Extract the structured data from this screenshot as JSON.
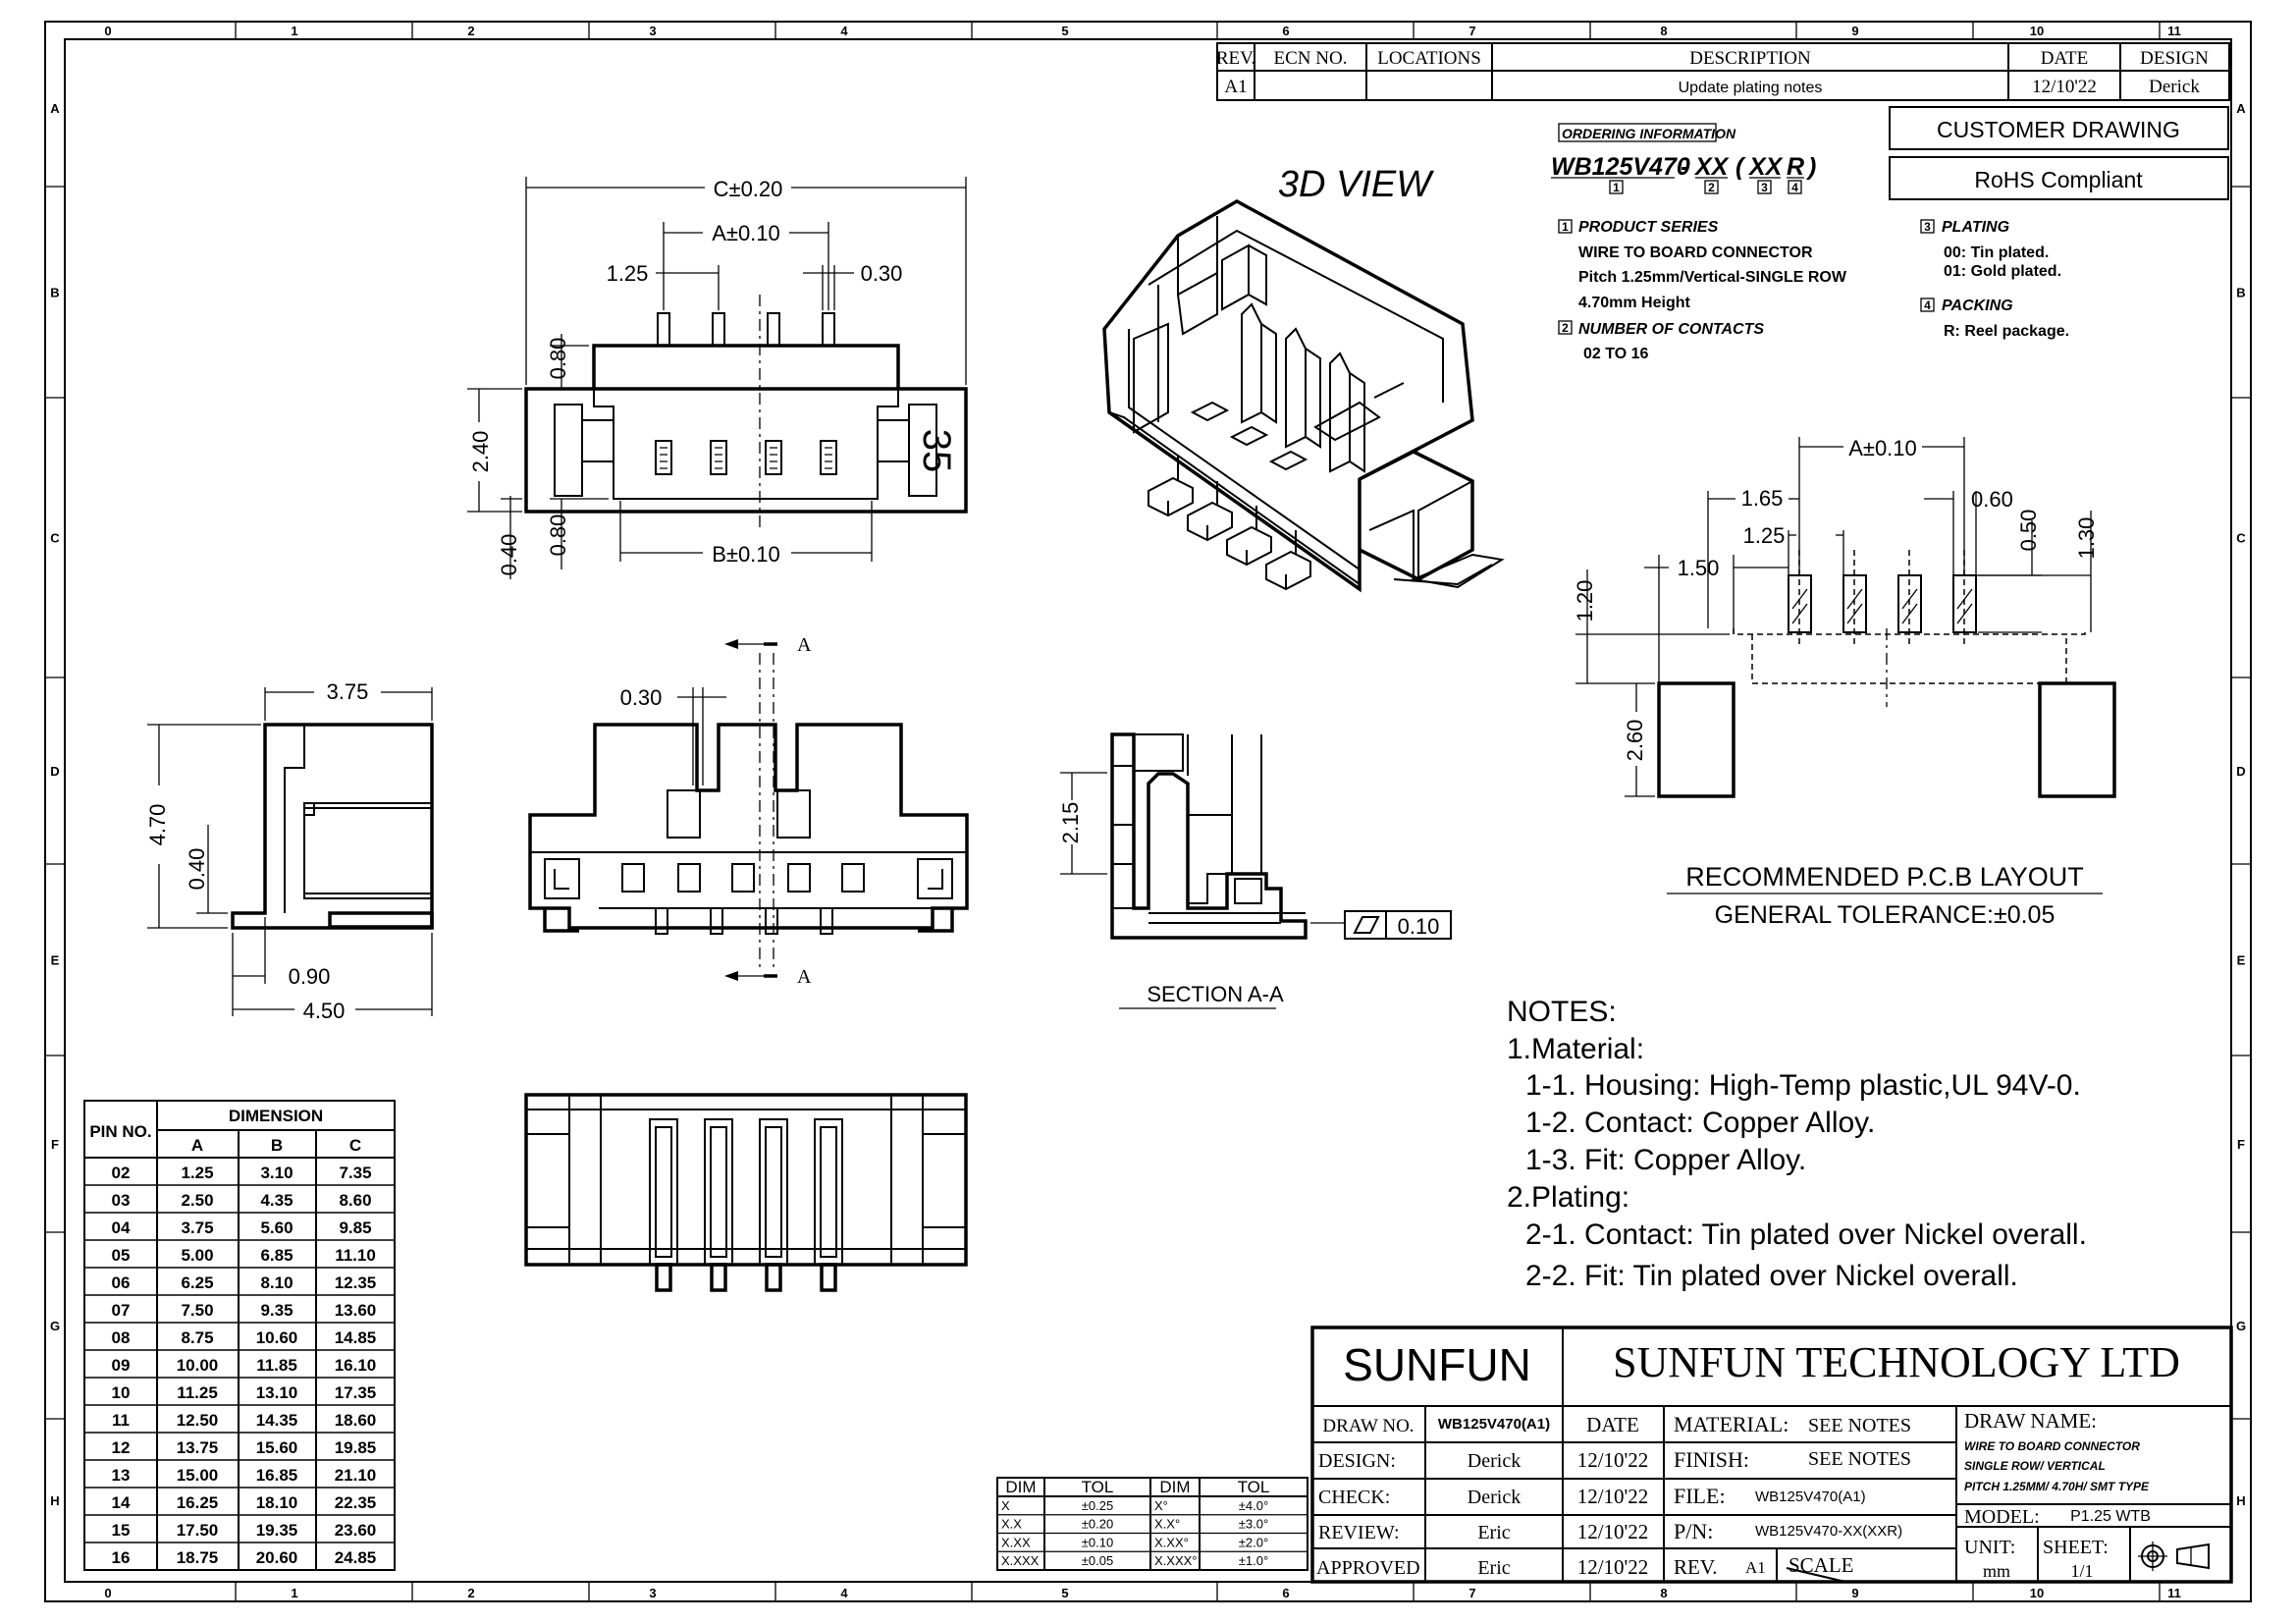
{
  "border": {
    "top_numbers": [
      "0",
      "1",
      "2",
      "3",
      "4",
      "5",
      "6",
      "7",
      "8",
      "9",
      "10",
      "11"
    ],
    "left_letters": [
      "A",
      "B",
      "C",
      "D",
      "E",
      "F",
      "G",
      "H"
    ]
  },
  "revision": {
    "headers": [
      "REV.",
      "ECN NO.",
      "LOCATIONS",
      "DESCRIPTION",
      "DATE",
      "DESIGN"
    ],
    "row": [
      "A1",
      "",
      "",
      "Update plating notes",
      "12/10'22",
      "Derick"
    ]
  },
  "stamps": {
    "customer": "CUSTOMER DRAWING",
    "rohs": "RoHS Compliant"
  },
  "view_title": "3D VIEW",
  "ordering": {
    "title": "ORDERING INFORMATION",
    "base": "WB125V470",
    "d1": "-",
    "p2": "XX",
    "d2": "(",
    "p3": "XX",
    "p4": "R",
    "d3": ")",
    "n1": "1",
    "n2": "2",
    "n3": "3",
    "n4": "4",
    "series_title": "PRODUCT SERIES",
    "series_lines": [
      "WIRE TO BOARD CONNECTOR",
      "Pitch 1.25mm/Vertical-SINGLE ROW",
      "4.70mm Height"
    ],
    "contacts_title": "NUMBER OF CONTACTS",
    "contacts_value": "02 TO 16",
    "plating_title": "PLATING",
    "plating_lines": [
      "00: Tin plated.",
      "01: Gold plated."
    ],
    "packing_title": "PACKING",
    "packing_value": "R: Reel package."
  },
  "dims": {
    "c": "C±0.20",
    "a": "A±0.10",
    "p125": "1.25",
    "p030": "0.30",
    "d080a": "0.80",
    "d240": "2.40",
    "d080b": "0.80",
    "d040": "0.40",
    "b": "B±0.10",
    "mark": "35",
    "d375": "3.75",
    "d470": "4.70",
    "d040b": "0.40",
    "d090": "0.90",
    "d450": "4.50",
    "d030b": "0.30",
    "arrow_a": "A",
    "d215": "2.15",
    "flat": "0.10",
    "section": "SECTION A-A",
    "pa": "A±0.10",
    "p165": "1.65",
    "p060": "0.60",
    "p125b": "1.25",
    "p050": "0.50",
    "p130": "1.30",
    "p150": "1.50",
    "p120": "1.20",
    "p260": "2.60"
  },
  "pcb": {
    "title": "RECOMMENDED P.C.B LAYOUT",
    "tolerance": "GENERAL TOLERANCE:±0.05"
  },
  "notes": {
    "title": "NOTES:",
    "lines": [
      "1.Material:",
      "1-1. Housing: High-Temp plastic,UL 94V-0.",
      "1-2. Contact: Copper Alloy.",
      "1-3. Fit: Copper Alloy.",
      "2.Plating:",
      "2-1. Contact: Tin plated over Nickel overall.",
      "2-2. Fit: Tin plated over Nickel  overall."
    ]
  },
  "dimension_table": {
    "pin_header": "PIN NO.",
    "group_header": "DIMENSION",
    "col_headers": [
      "A",
      "B",
      "C"
    ],
    "rows": [
      [
        "02",
        "1.25",
        "3.10",
        "7.35"
      ],
      [
        "03",
        "2.50",
        "4.35",
        "8.60"
      ],
      [
        "04",
        "3.75",
        "5.60",
        "9.85"
      ],
      [
        "05",
        "5.00",
        "6.85",
        "11.10"
      ],
      [
        "06",
        "6.25",
        "8.10",
        "12.35"
      ],
      [
        "07",
        "7.50",
        "9.35",
        "13.60"
      ],
      [
        "08",
        "8.75",
        "10.60",
        "14.85"
      ],
      [
        "09",
        "10.00",
        "11.85",
        "16.10"
      ],
      [
        "10",
        "11.25",
        "13.10",
        "17.35"
      ],
      [
        "11",
        "12.50",
        "14.35",
        "18.60"
      ],
      [
        "12",
        "13.75",
        "15.60",
        "19.85"
      ],
      [
        "13",
        "15.00",
        "16.85",
        "21.10"
      ],
      [
        "14",
        "16.25",
        "18.10",
        "22.35"
      ],
      [
        "15",
        "17.50",
        "19.35",
        "23.60"
      ],
      [
        "16",
        "18.75",
        "20.60",
        "24.85"
      ]
    ]
  },
  "tolerance_table": {
    "headers": [
      "DIM",
      "TOL",
      "DIM",
      "TOL"
    ],
    "rows": [
      [
        "X",
        "±0.25",
        "X°",
        "±4.0°"
      ],
      [
        "X.X",
        "±0.20",
        "X.X°",
        "±3.0°"
      ],
      [
        "X.XX",
        "±0.10",
        "X.XX°",
        "±2.0°"
      ],
      [
        "X.XXX",
        "±0.05",
        "X.XXX°",
        "±1.0°"
      ]
    ]
  },
  "title_block": {
    "logo": "SUNFUN",
    "company": "SUNFUN TECHNOLOGY LTD",
    "draw_no_label": "DRAW NO.",
    "draw_no_value": "WB125V470(A1)",
    "date_label": "DATE",
    "material_label": "MATERIAL:",
    "material_value": "SEE NOTES",
    "design_label": "DESIGN:",
    "design_value": "Derick",
    "design_date": "12/10'22",
    "finish_label": "FINISH:",
    "finish_value": "SEE NOTES",
    "check_label": "CHECK:",
    "check_value": "Derick",
    "check_date": "12/10'22",
    "file_label": "FILE:",
    "file_value": "WB125V470(A1)",
    "review_label": "REVIEW:",
    "review_value": "Eric",
    "review_date": "12/10'22",
    "pn_label": "P/N:",
    "pn_value": "WB125V470-XX(XXR)",
    "approved_label": "APPROVED",
    "approved_value": "Eric",
    "approved_date": "12/10'22",
    "rev_label": "REV.",
    "rev_value": "A1",
    "scale_label": "SCALE",
    "draw_name_label": "DRAW NAME:",
    "draw_name_lines": [
      "WIRE TO BOARD CONNECTOR",
      "SINGLE ROW/ VERTICAL",
      "PITCH 1.25MM/ 4.70H/ SMT TYPE"
    ],
    "model_label": "MODEL:",
    "model_value": "P1.25 WTB",
    "unit_label": "UNIT:",
    "unit_value": "mm",
    "sheet_label": "SHEET:",
    "sheet_value": "1/1"
  }
}
